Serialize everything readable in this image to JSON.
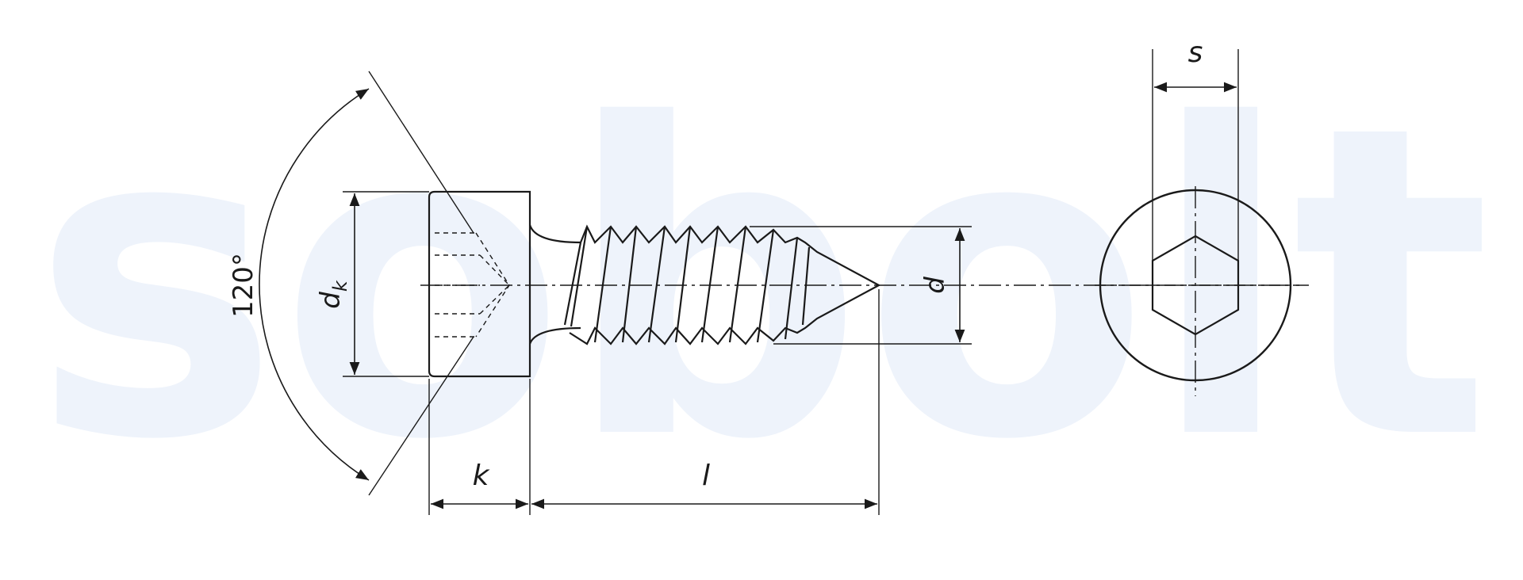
{
  "watermark": {
    "text": "sobolt",
    "color": "#eef3fb"
  },
  "labels": {
    "angle": "120°",
    "head_diameter": "d",
    "head_diameter_sub": "k",
    "thread_diameter": "d",
    "head_height": "k",
    "length": "l",
    "socket_width": "s"
  },
  "colors": {
    "line": "#1a1a1a",
    "background": "#ffffff"
  }
}
